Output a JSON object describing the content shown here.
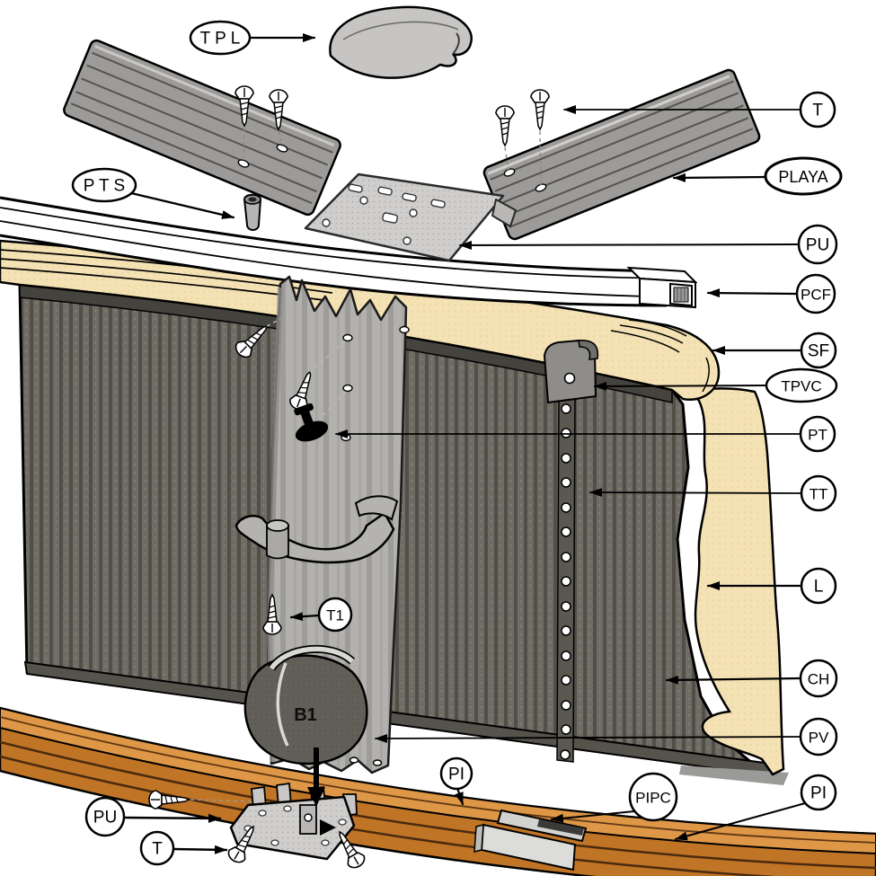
{
  "meta": {
    "title": "Exploded parts diagram — above-ground pool wall assembly",
    "canvas_width": "975",
    "canvas_height": "975"
  },
  "colors": {
    "background": "#ffffff",
    "outline": "#000000",
    "ledge_liner_beige": "#f4e2b4",
    "beige_speckle": "#d9c28a",
    "wall_gray": "#6e6c64",
    "wall_stripe_dark": "#514f48",
    "wall_rim_dark": "#45433d",
    "rail_part_gray": "#9c9b99",
    "post_gray": "#b2b1ae",
    "boot_dark_gray": "#615f58",
    "plate_gray": "#c9c8c6",
    "splice_gray": "#dcdcda",
    "bottom_rail_orange": "#c97e2c",
    "bottom_rail_orange_light": "#dd9747",
    "bottom_rail_line_brown": "#4a2a0e"
  },
  "callouts": {
    "tpl": {
      "label": "T P L"
    },
    "pts": {
      "label": "P T S"
    },
    "t_top": {
      "label": "T"
    },
    "playa": {
      "label": "PLAYA"
    },
    "pu_top": {
      "label": "PU"
    },
    "pcf": {
      "label": "PCF"
    },
    "sf": {
      "label": "SF"
    },
    "tpvc": {
      "label": "TPVC"
    },
    "pt": {
      "label": "PT"
    },
    "tt": {
      "label": "TT"
    },
    "l": {
      "label": "L"
    },
    "ch": {
      "label": "CH"
    },
    "pv": {
      "label": "PV"
    },
    "pi_right": {
      "label": "PI"
    },
    "pi_left": {
      "label": "PI"
    },
    "pipc": {
      "label": "PIPC"
    },
    "t1": {
      "label": "T1"
    },
    "pu_bottom": {
      "label": "PU"
    },
    "t_bottom": {
      "label": "T"
    }
  },
  "part_marks": {
    "b1": "B1"
  }
}
